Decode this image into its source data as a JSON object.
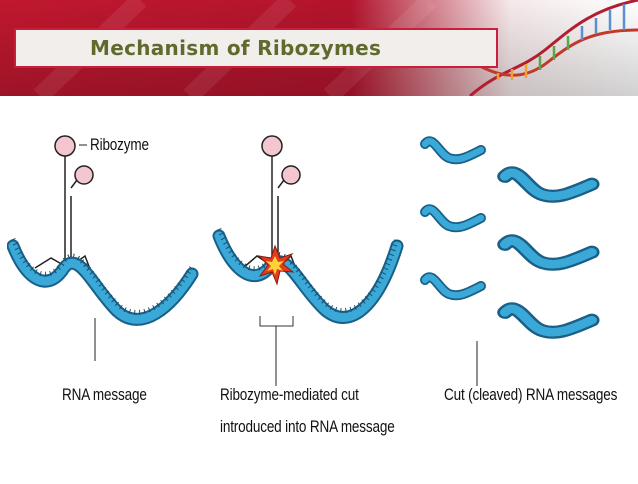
{
  "slide": {
    "title": "Mechanism of Ribozymes"
  },
  "diagram": {
    "ribozyme_label": "Ribozyme",
    "panel1_caption": "RNA message",
    "panel2_caption_line1": "Ribozyme-mediated cut",
    "panel2_caption_line2": "introduced into RNA message",
    "panel3_caption": "Cut (cleaved) RNA messages"
  },
  "colors": {
    "header_red": "#b0152e",
    "title_text": "#5f6a2c",
    "title_border": "#c8203a",
    "rna_fill": "#3aa9d8",
    "rna_stroke": "#1a5f87",
    "ribozyme_loop": "#f4c6d0",
    "cut_star": "#e33b1e"
  }
}
